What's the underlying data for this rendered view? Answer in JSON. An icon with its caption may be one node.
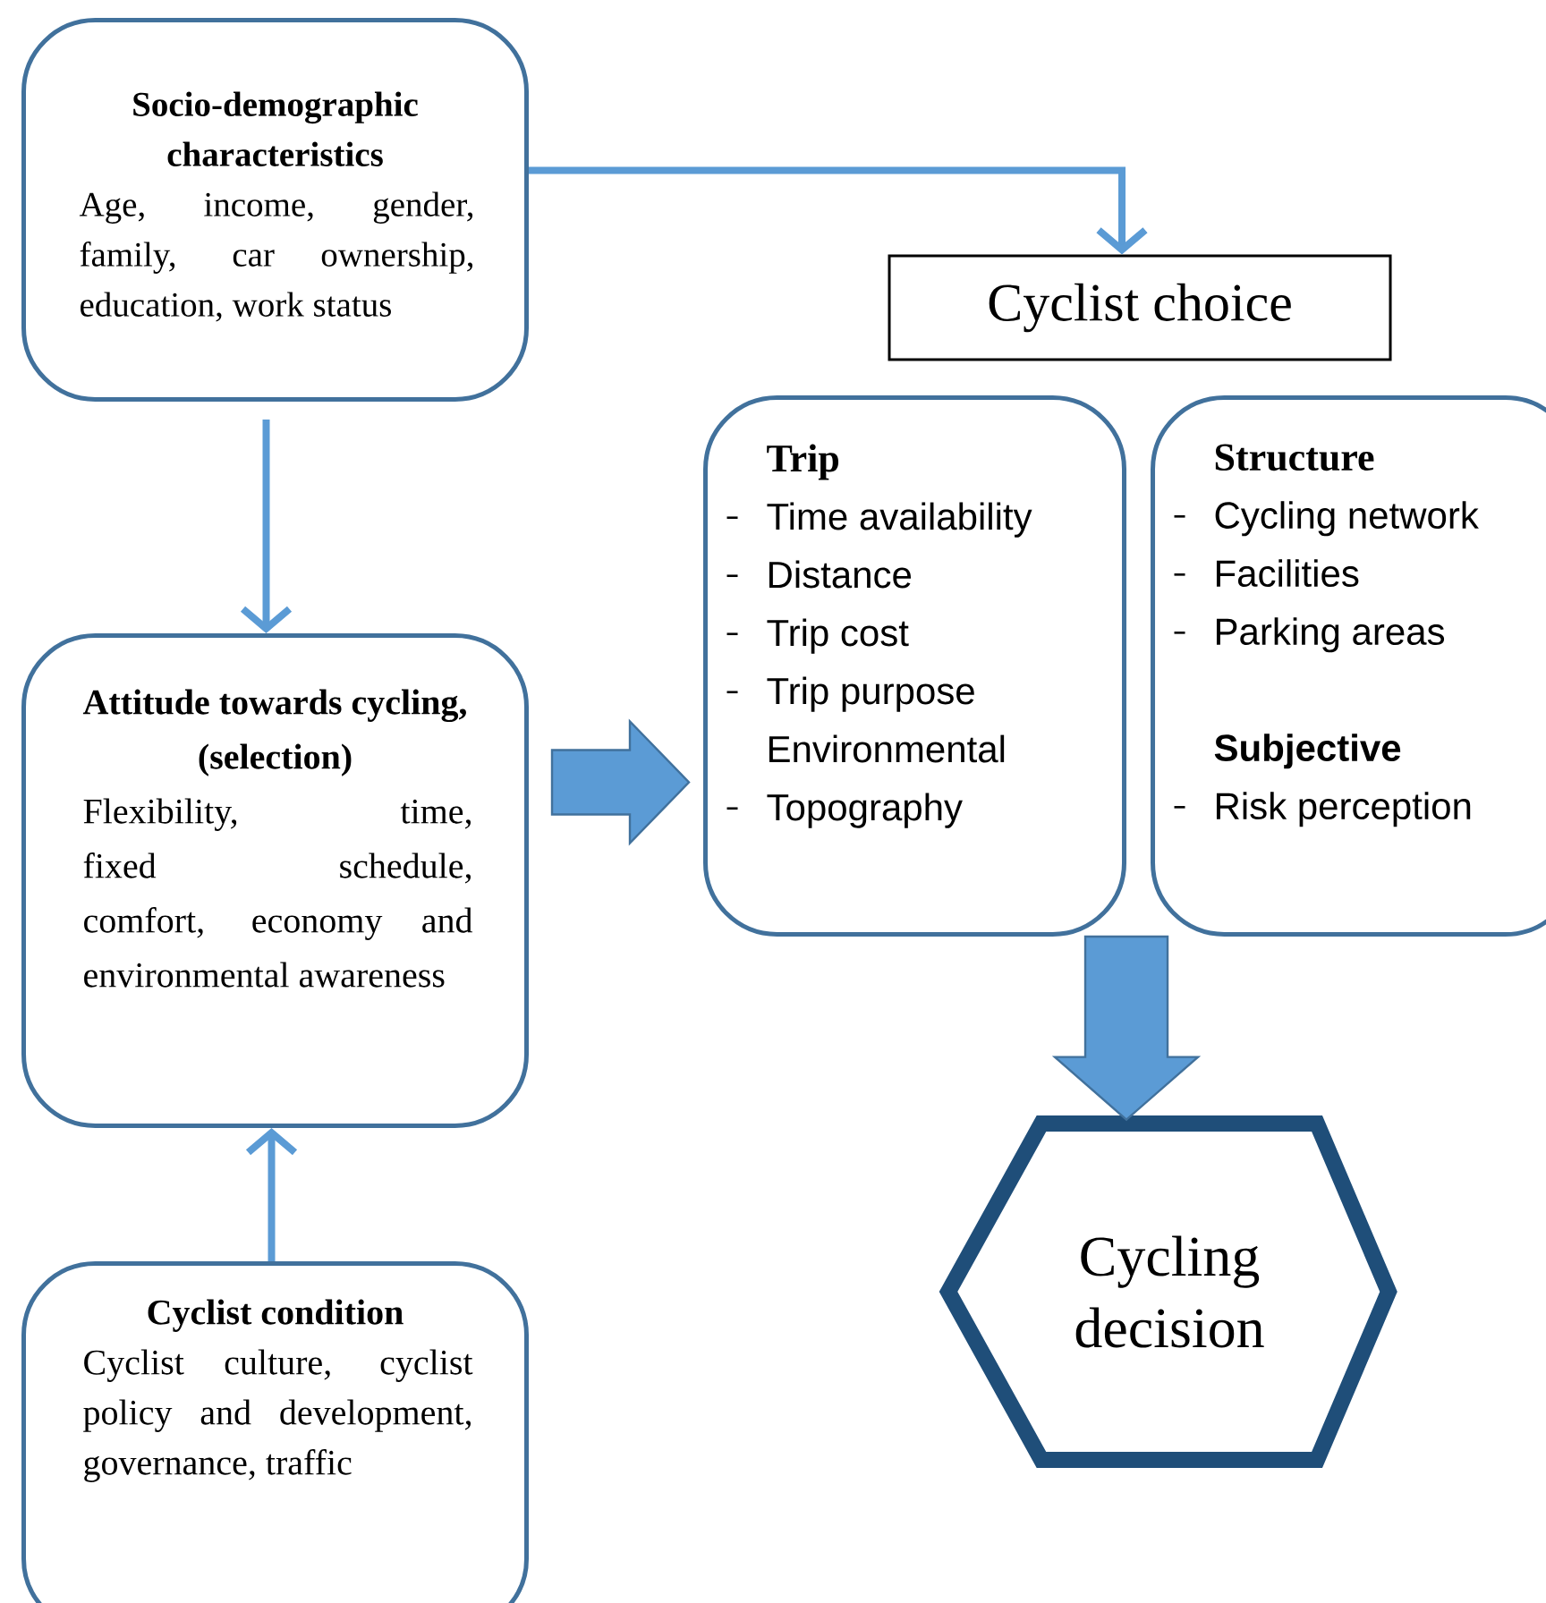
{
  "diagram": {
    "nodes": [
      {
        "text": [
          "Socio-demographic characteristics",
          "Age, income, gender, family, car ownership, education, work status"
        ]
      },
      {
        "text": [
          "Cyclist choice"
        ]
      },
      {
        "text": [
          "Trip",
          "Time availability",
          "Distance",
          "Trip cost",
          "Trip purpose Environmental",
          "Topography"
        ]
      },
      {
        "text": [
          "Structure",
          "Cycling network",
          "Facilities",
          "Parking areas",
          "Subjective",
          "Risk perception"
        ]
      },
      {
        "text": [
          "Attitude towards cycling, (selection)",
          "Flexibility, time, fixed schedule, comfort, economy and environmental awareness"
        ]
      },
      {
        "text": [
          "Cyclist condition",
          "Cyclist culture, cyclist policy and development, governance, traffic"
        ]
      },
      {
        "text": [
          "Cycling decision"
        ]
      }
    ],
    "edges": [
      {
        "from": 0,
        "to": 1,
        "arrow": "to"
      },
      {
        "from": 0,
        "to": 4,
        "arrow": "to"
      },
      {
        "from": 5,
        "to": 4,
        "arrow": "to"
      },
      {
        "from": 4,
        "to": 2,
        "arrow": "to",
        "style": "thick"
      },
      {
        "from": 2,
        "to": 6,
        "arrow": "to",
        "style": "thick"
      }
    ]
  }
}
